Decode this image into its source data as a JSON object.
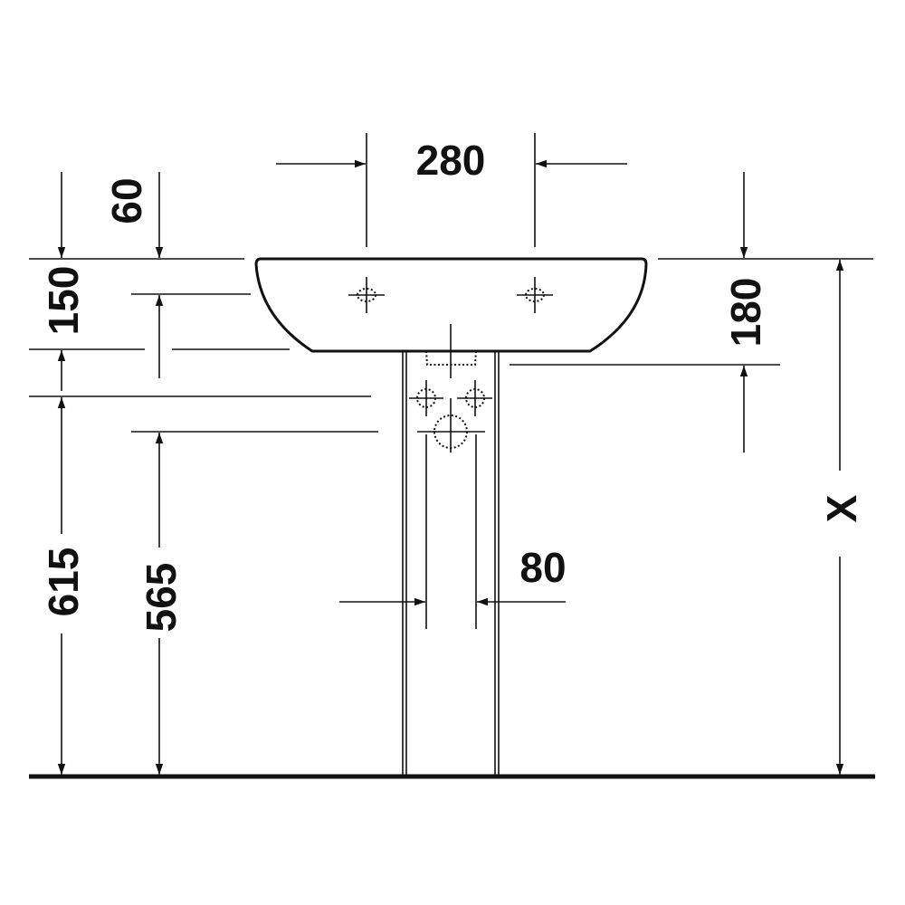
{
  "dimensions": {
    "basin_tap_spacing": "280",
    "rim_to_overflow": "60",
    "basin_depth_left": "150",
    "basin_depth_right": "180",
    "supply_height": "615",
    "waste_height": "565",
    "pedestal_width": "80",
    "rim_height": "X"
  }
}
